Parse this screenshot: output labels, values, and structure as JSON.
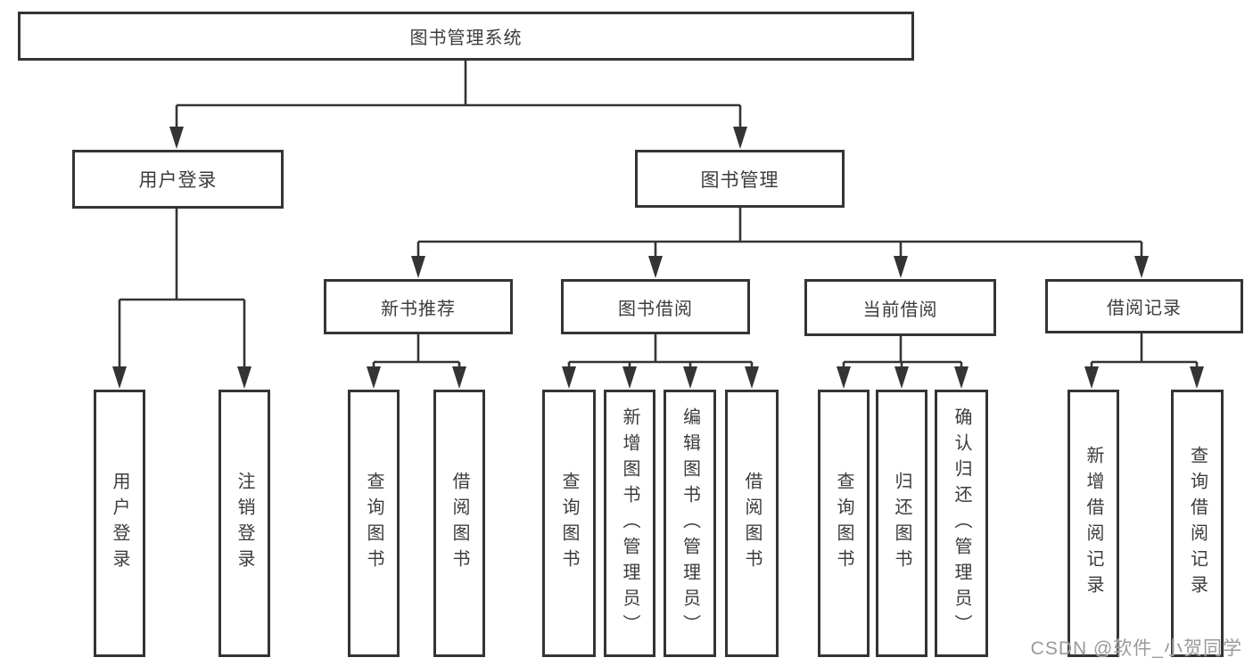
{
  "diagram": {
    "title": "图书管理系统",
    "nodes": {
      "root": "图书管理系统",
      "user_login": "用户登录",
      "book_mgmt": "图书管理",
      "new_books": "新书推荐",
      "book_borrow": "图书借阅",
      "current_borrow": "当前借阅",
      "borrow_records": "借阅记录"
    },
    "leaves": {
      "user_login": [
        "用户登录",
        "注销登录"
      ],
      "new_books": [
        "查询图书",
        "借阅图书"
      ],
      "book_borrow": [
        "查询图书",
        "新增图书（管理员）",
        "编辑图书（管理员）",
        "借阅图书"
      ],
      "current_borrow": [
        "查询图书",
        "归还图书",
        "确认归还（管理员）"
      ],
      "borrow_records": [
        "新增借阅记录",
        "查询借阅记录"
      ]
    },
    "watermark": "CSDN @软件_小贺同学",
    "colors": {
      "line": "#343434",
      "box_border": "#343434",
      "text": "#3c3c3c",
      "background": "#ffffff",
      "watermark": "#9a9a9a"
    }
  }
}
